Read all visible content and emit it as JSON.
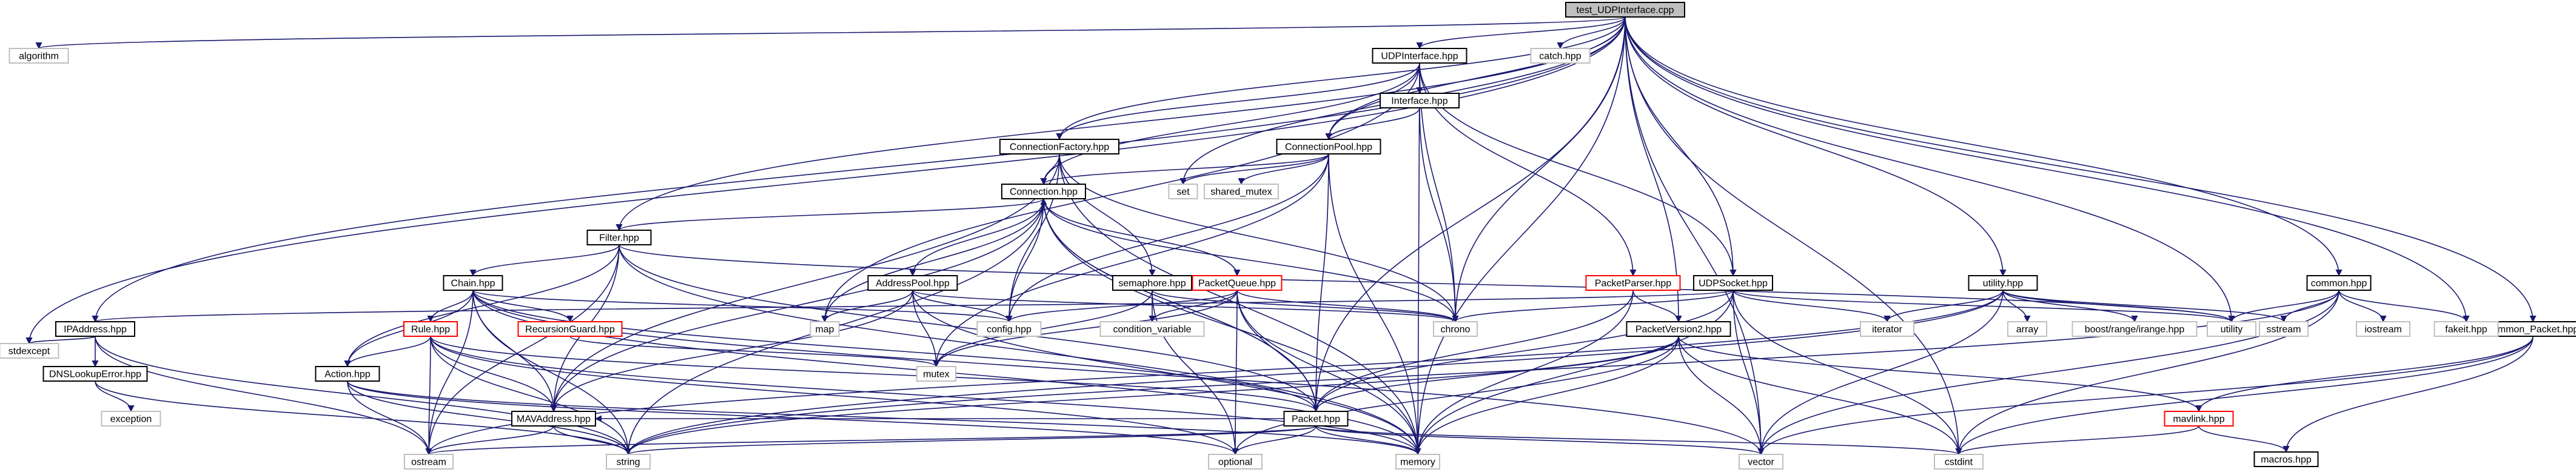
{
  "colors": {
    "edge": "#191970",
    "node_border": "#000000",
    "missing_border": "#ff0000",
    "external_border": "#bfbfbf",
    "root_fill": "#bfbfbf",
    "text": "#000000"
  },
  "diagram": {
    "nodes": [
      {
        "id": "root",
        "label": "test_UDPInterface.cpp",
        "kind": "root"
      },
      {
        "id": "algorithm",
        "label": "algorithm",
        "kind": "external"
      },
      {
        "id": "catch",
        "label": "catch.hpp",
        "kind": "external"
      },
      {
        "id": "udpinterface",
        "label": "UDPInterface.hpp",
        "kind": "normal"
      },
      {
        "id": "interface",
        "label": "Interface.hpp",
        "kind": "normal"
      },
      {
        "id": "connectionfactory",
        "label": "ConnectionFactory.hpp",
        "kind": "normal"
      },
      {
        "id": "connectionpool",
        "label": "ConnectionPool.hpp",
        "kind": "normal"
      },
      {
        "id": "set",
        "label": "set",
        "kind": "external"
      },
      {
        "id": "shared_mutex",
        "label": "shared_mutex",
        "kind": "external"
      },
      {
        "id": "connection",
        "label": "Connection.hpp",
        "kind": "normal"
      },
      {
        "id": "filter",
        "label": "Filter.hpp",
        "kind": "normal"
      },
      {
        "id": "chain",
        "label": "Chain.hpp",
        "kind": "normal"
      },
      {
        "id": "addresspool",
        "label": "AddressPool.hpp",
        "kind": "normal"
      },
      {
        "id": "semaphore",
        "label": "semaphore.hpp",
        "kind": "normal"
      },
      {
        "id": "packetqueue",
        "label": "PacketQueue.hpp",
        "kind": "missing"
      },
      {
        "id": "packetparser",
        "label": "PacketParser.hpp",
        "kind": "missing"
      },
      {
        "id": "udpsocket",
        "label": "UDPSocket.hpp",
        "kind": "normal"
      },
      {
        "id": "utility_hpp",
        "label": "utility.hpp",
        "kind": "normal"
      },
      {
        "id": "common",
        "label": "common.hpp",
        "kind": "normal"
      },
      {
        "id": "common_packet",
        "label": "common_Packet.hpp",
        "kind": "normal"
      },
      {
        "id": "ipaddress",
        "label": "IPAddress.hpp",
        "kind": "normal"
      },
      {
        "id": "stdexcept",
        "label": "stdexcept",
        "kind": "external"
      },
      {
        "id": "dnslookuperror",
        "label": "DNSLookupError.hpp",
        "kind": "normal"
      },
      {
        "id": "exception",
        "label": "exception",
        "kind": "external"
      },
      {
        "id": "rule",
        "label": "Rule.hpp",
        "kind": "missing"
      },
      {
        "id": "recursionguard",
        "label": "RecursionGuard.hpp",
        "kind": "missing"
      },
      {
        "id": "action",
        "label": "Action.hpp",
        "kind": "normal"
      },
      {
        "id": "mavaddress",
        "label": "MAVAddress.hpp",
        "kind": "normal"
      },
      {
        "id": "map",
        "label": "map",
        "kind": "external"
      },
      {
        "id": "config",
        "label": "config.hpp",
        "kind": "external"
      },
      {
        "id": "condition_variable",
        "label": "condition_variable",
        "kind": "external"
      },
      {
        "id": "mutex",
        "label": "mutex",
        "kind": "external"
      },
      {
        "id": "chrono",
        "label": "chrono",
        "kind": "external"
      },
      {
        "id": "packet",
        "label": "Packet.hpp",
        "kind": "normal"
      },
      {
        "id": "packetversion2",
        "label": "PacketVersion2.hpp",
        "kind": "normal"
      },
      {
        "id": "iterator",
        "label": "iterator",
        "kind": "external"
      },
      {
        "id": "array",
        "label": "array",
        "kind": "external"
      },
      {
        "id": "boost_range",
        "label": "boost/range/irange.hpp",
        "kind": "external"
      },
      {
        "id": "utility",
        "label": "utility",
        "kind": "external"
      },
      {
        "id": "sstream",
        "label": "sstream",
        "kind": "external"
      },
      {
        "id": "iostream",
        "label": "iostream",
        "kind": "external"
      },
      {
        "id": "fakeit",
        "label": "fakeit.hpp",
        "kind": "external"
      },
      {
        "id": "mavlink",
        "label": "mavlink.hpp",
        "kind": "missing"
      },
      {
        "id": "macros",
        "label": "macros.hpp",
        "kind": "normal"
      },
      {
        "id": "optional",
        "label": "optional",
        "kind": "external"
      },
      {
        "id": "memory",
        "label": "memory",
        "kind": "external"
      },
      {
        "id": "vector",
        "label": "vector",
        "kind": "external"
      },
      {
        "id": "cstdint",
        "label": "cstdint",
        "kind": "external"
      },
      {
        "id": "ostream",
        "label": "ostream",
        "kind": "external"
      },
      {
        "id": "string",
        "label": "string",
        "kind": "external"
      }
    ],
    "edges": [
      [
        "root",
        "algorithm"
      ],
      [
        "root",
        "catch"
      ],
      [
        "root",
        "udpinterface"
      ],
      [
        "root",
        "connectionfactory"
      ],
      [
        "root",
        "connectionpool"
      ],
      [
        "root",
        "set"
      ],
      [
        "root",
        "filter"
      ],
      [
        "root",
        "chrono"
      ],
      [
        "root",
        "udpsocket"
      ],
      [
        "root",
        "packetversion2"
      ],
      [
        "root",
        "utility_hpp"
      ],
      [
        "root",
        "utility"
      ],
      [
        "root",
        "common"
      ],
      [
        "root",
        "fakeit"
      ],
      [
        "root",
        "common_packet"
      ],
      [
        "root",
        "ipaddress"
      ],
      [
        "root",
        "stdexcept"
      ],
      [
        "root",
        "packet"
      ],
      [
        "root",
        "memory"
      ],
      [
        "root",
        "vector"
      ],
      [
        "root",
        "cstdint"
      ],
      [
        "udpinterface",
        "interface"
      ],
      [
        "udpinterface",
        "connectionfactory"
      ],
      [
        "udpinterface",
        "connectionpool"
      ],
      [
        "udpinterface",
        "connection"
      ],
      [
        "udpinterface",
        "map"
      ],
      [
        "udpinterface",
        "packetparser"
      ],
      [
        "udpinterface",
        "udpsocket"
      ],
      [
        "udpinterface",
        "chrono"
      ],
      [
        "udpinterface",
        "memory"
      ],
      [
        "interface",
        "connectionpool"
      ],
      [
        "interface",
        "chrono"
      ],
      [
        "connectionfactory",
        "connection"
      ],
      [
        "connectionfactory",
        "semaphore"
      ],
      [
        "connectionfactory",
        "config"
      ],
      [
        "connectionfactory",
        "chrono"
      ],
      [
        "connectionfactory",
        "memory"
      ],
      [
        "connectionfactory",
        "mavaddress"
      ],
      [
        "connectionpool",
        "connection"
      ],
      [
        "connectionpool",
        "set"
      ],
      [
        "connectionpool",
        "shared_mutex"
      ],
      [
        "connectionpool",
        "packet"
      ],
      [
        "connectionpool",
        "memory"
      ],
      [
        "connectionpool",
        "mutex"
      ],
      [
        "connectionpool",
        "config"
      ],
      [
        "connection",
        "filter"
      ],
      [
        "connection",
        "addresspool"
      ],
      [
        "connection",
        "packetqueue"
      ],
      [
        "connection",
        "packet"
      ],
      [
        "connection",
        "mavaddress"
      ],
      [
        "connection",
        "config"
      ],
      [
        "connection",
        "memory"
      ],
      [
        "connection",
        "string"
      ],
      [
        "connection",
        "map"
      ],
      [
        "connection",
        "chrono"
      ],
      [
        "filter",
        "chain"
      ],
      [
        "filter",
        "action"
      ],
      [
        "filter",
        "packet"
      ],
      [
        "filter",
        "mavaddress"
      ],
      [
        "filter",
        "utility"
      ],
      [
        "filter",
        "ostream"
      ],
      [
        "filter",
        "memory"
      ],
      [
        "chain",
        "rule"
      ],
      [
        "chain",
        "recursionguard"
      ],
      [
        "chain",
        "action"
      ],
      [
        "chain",
        "mavaddress"
      ],
      [
        "chain",
        "packet"
      ],
      [
        "chain",
        "config"
      ],
      [
        "chain",
        "memory"
      ],
      [
        "chain",
        "string"
      ],
      [
        "chain",
        "vector"
      ],
      [
        "chain",
        "ostream"
      ],
      [
        "addresspool",
        "map"
      ],
      [
        "addresspool",
        "mutex"
      ],
      [
        "addresspool",
        "chrono"
      ],
      [
        "addresspool",
        "mavaddress"
      ],
      [
        "addresspool",
        "config"
      ],
      [
        "addresspool",
        "memory"
      ],
      [
        "semaphore",
        "condition_variable"
      ],
      [
        "semaphore",
        "mutex"
      ],
      [
        "semaphore",
        "chrono"
      ],
      [
        "semaphore",
        "optional"
      ],
      [
        "packetqueue",
        "packet"
      ],
      [
        "packetqueue",
        "config"
      ],
      [
        "packetqueue",
        "optional"
      ],
      [
        "packetqueue",
        "memory"
      ],
      [
        "packetqueue",
        "condition_variable"
      ],
      [
        "packetqueue",
        "mutex"
      ],
      [
        "packetqueue",
        "chrono"
      ],
      [
        "packetparser",
        "packet"
      ],
      [
        "packetparser",
        "packetversion2"
      ],
      [
        "packetparser",
        "memory"
      ],
      [
        "udpsocket",
        "ipaddress"
      ],
      [
        "udpsocket",
        "packet"
      ],
      [
        "udpsocket",
        "chrono"
      ],
      [
        "udpsocket",
        "iterator"
      ],
      [
        "udpsocket",
        "vector"
      ],
      [
        "udpsocket",
        "memory"
      ],
      [
        "udpsocket",
        "utility"
      ],
      [
        "udpsocket",
        "cstdint"
      ],
      [
        "utility_hpp",
        "iterator"
      ],
      [
        "utility_hpp",
        "array"
      ],
      [
        "utility_hpp",
        "boost_range"
      ],
      [
        "utility_hpp",
        "utility"
      ],
      [
        "utility_hpp",
        "sstream"
      ],
      [
        "utility_hpp",
        "vector"
      ],
      [
        "utility_hpp",
        "string"
      ],
      [
        "utility_hpp",
        "ostream"
      ],
      [
        "common",
        "utility"
      ],
      [
        "common",
        "sstream"
      ],
      [
        "common",
        "iostream"
      ],
      [
        "common",
        "fakeit"
      ],
      [
        "common",
        "cstdint"
      ],
      [
        "common",
        "vector"
      ],
      [
        "common",
        "string"
      ],
      [
        "common_packet",
        "mavlink"
      ],
      [
        "common_packet",
        "macros"
      ],
      [
        "common_packet",
        "cstdint"
      ],
      [
        "common_packet",
        "vector"
      ],
      [
        "ipaddress",
        "stdexcept"
      ],
      [
        "ipaddress",
        "dnslookuperror"
      ],
      [
        "ipaddress",
        "ostream"
      ],
      [
        "ipaddress",
        "string"
      ],
      [
        "dnslookuperror",
        "exception"
      ],
      [
        "dnslookuperror",
        "string"
      ],
      [
        "rule",
        "action"
      ],
      [
        "rule",
        "mavaddress"
      ],
      [
        "rule",
        "packet"
      ],
      [
        "rule",
        "optional"
      ],
      [
        "rule",
        "memory"
      ],
      [
        "rule",
        "string"
      ],
      [
        "rule",
        "ostream"
      ],
      [
        "recursionguard",
        "mutex"
      ],
      [
        "action",
        "ostream"
      ],
      [
        "action",
        "string"
      ],
      [
        "action",
        "memory"
      ],
      [
        "action",
        "optional"
      ],
      [
        "mavaddress",
        "string"
      ],
      [
        "mavaddress",
        "ostream"
      ],
      [
        "packet",
        "optional"
      ],
      [
        "packet",
        "memory"
      ],
      [
        "packet",
        "vector"
      ],
      [
        "packet",
        "cstdint"
      ],
      [
        "packet",
        "mavaddress"
      ],
      [
        "packet",
        "ostream"
      ],
      [
        "packet",
        "string"
      ],
      [
        "packet",
        "connection"
      ],
      [
        "packetversion2",
        "packet"
      ],
      [
        "packetversion2",
        "mavlink"
      ],
      [
        "packetversion2",
        "memory"
      ],
      [
        "packetversion2",
        "vector"
      ],
      [
        "packetversion2",
        "cstdint"
      ],
      [
        "packetversion2",
        "string"
      ],
      [
        "packetversion2",
        "optional"
      ],
      [
        "mavlink",
        "macros"
      ],
      [
        "mavlink",
        "cstdint"
      ]
    ]
  }
}
